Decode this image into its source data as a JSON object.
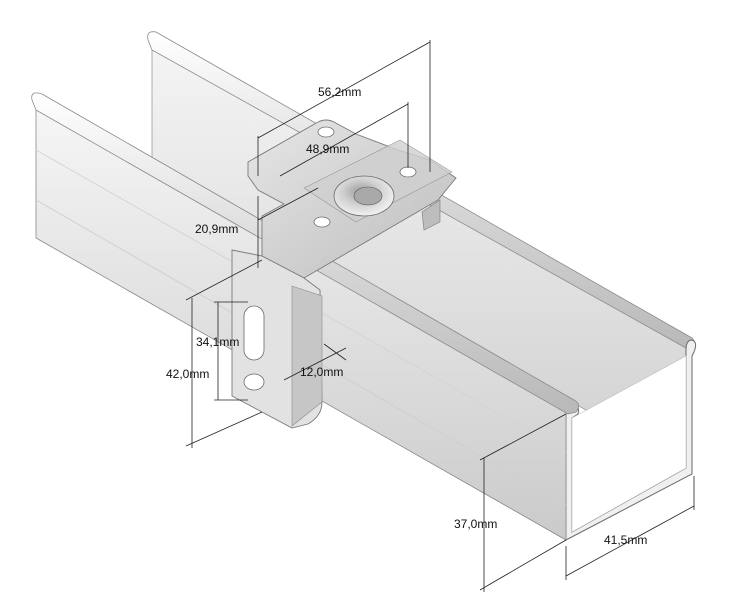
{
  "colors": {
    "background": "#ffffff",
    "rail_light": "#ededed",
    "rail_mid": "#dcdcdc",
    "rail_dark": "#c2c2c2",
    "bracket": "#d6d6d6",
    "outline": "#8a8a8a",
    "dimension": "#222222"
  },
  "dimensions": {
    "d_56_2": "56,2mm",
    "d_48_9": "48,9mm",
    "d_20_9": "20,9mm",
    "d_34_1": "34,1mm",
    "d_42_0": "42,0mm",
    "d_12_0": "12,0mm",
    "d_37_0": "37,0mm",
    "d_41_5": "41,5mm"
  }
}
